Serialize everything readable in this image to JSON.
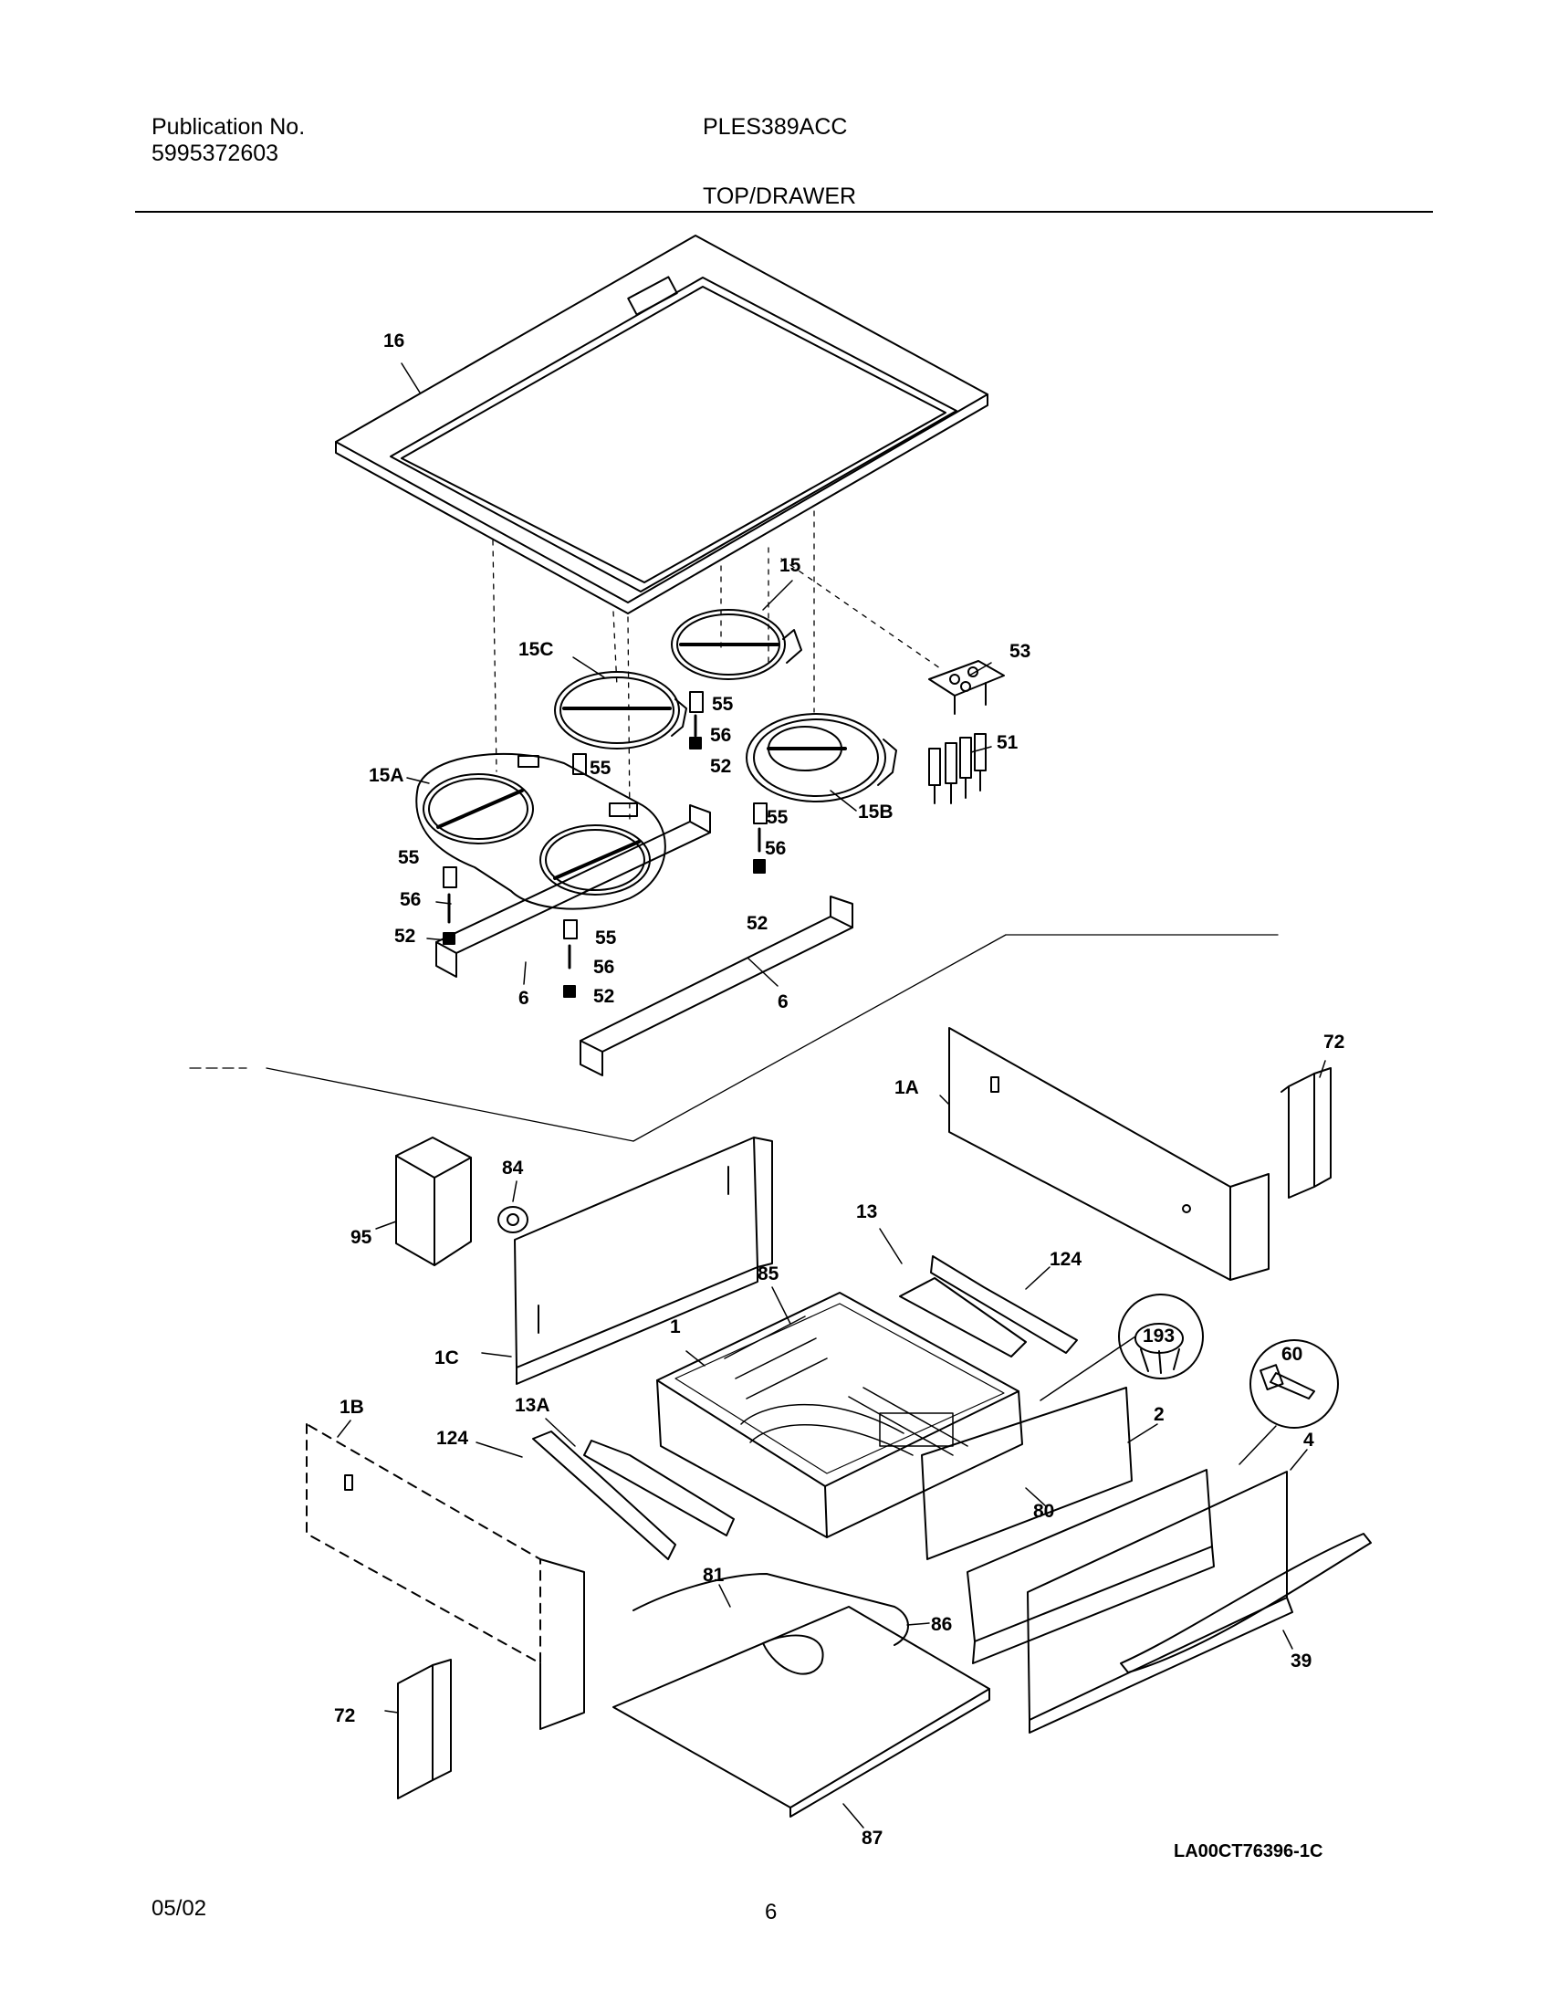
{
  "header": {
    "publication_label": "Publication No.",
    "publication_number": "5995372603",
    "model": "PLES389ACC",
    "section_title": "TOP/DRAWER"
  },
  "footer": {
    "date": "05/02",
    "page_number": "6"
  },
  "diagram": {
    "reference_code": "LA00CT76396-1C",
    "callouts": {
      "c16": "16",
      "c15": "15",
      "c15c": "15C",
      "c53": "53",
      "c55a": "55",
      "c56a": "56",
      "c52a": "52",
      "c55b": "55",
      "c51": "51",
      "c15a": "15A",
      "c55c": "55",
      "c56b": "56",
      "c15b": "15B",
      "c55d": "55",
      "c56c": "56",
      "c52b": "52",
      "c52c": "52",
      "c55e": "55",
      "c56d": "56",
      "c52d": "52",
      "c6a": "6",
      "c6b": "6",
      "c72a": "72",
      "c1a": "1A",
      "c84": "84",
      "c95": "95",
      "c13": "13",
      "c124a": "124",
      "c85": "85",
      "c193": "193",
      "c60": "60",
      "c1": "1",
      "c1c": "1C",
      "c1b": "1B",
      "c13a": "13A",
      "c124b": "124",
      "c2": "2",
      "c4": "4",
      "c80": "80",
      "c81": "81",
      "c86": "86",
      "c39": "39",
      "c72b": "72",
      "c87": "87"
    }
  }
}
